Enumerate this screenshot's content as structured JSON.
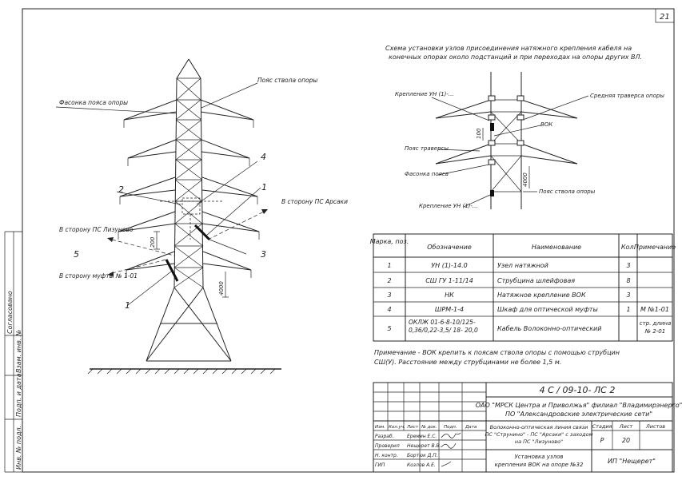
{
  "sheet_number": "21",
  "scheme_title_line1": "Схема установки узлов присоединения натяжного крепления кабеля  на",
  "scheme_title_line2": "конечных опорах около подстанций и при переходах на опоры других ВЛ.",
  "tower": {
    "labels": {
      "belt_pole": "Пояс ствола опоры",
      "belt_shaped": "Фасонка пояса опоры",
      "to_arsaki": "В сторону ПС Арсаки",
      "to_lizunovo": "В сторону ПС Лизуново",
      "to_coupling": "В сторону муфты № 1-01",
      "dim_200": "200",
      "dim_4000": "4000"
    },
    "callouts": [
      "1",
      "2",
      "3",
      "4",
      "5",
      "1"
    ]
  },
  "scheme": {
    "labels": {
      "fixing_top": "Крепление УН (1)-...",
      "middle_traverse": "Средняя траверса опоры",
      "vok": "ВОК",
      "traverse_belt": "Пояс траверсы",
      "shaped_belt": "Фасонка пояса",
      "pole_belt": "Пояс ствола опоры",
      "fixing_bottom": "Крепление УН (1)-...",
      "dim_100": "100",
      "dim_4000": "4000"
    }
  },
  "spec_table": {
    "headers": [
      "Марка, поз.",
      "Обозначение",
      "Наименование",
      "Кол.",
      "Примечание"
    ],
    "rows": [
      [
        "1",
        "УН (1)-14.0",
        "Узел натяжной",
        "3",
        ""
      ],
      [
        "2",
        "СШ ГУ 1-11/14",
        "Струбцина шлейфовая",
        "8",
        ""
      ],
      [
        "3",
        "НК",
        "Натяжное крепление ВОК",
        "3",
        ""
      ],
      [
        "4",
        "ШРМ-1-4",
        "Шкаф для оптической муфты",
        "1",
        "М №1-01"
      ],
      [
        "5",
        "ОКЛЖ 01-6-8-10/125-0,36/0,22-3,5/ 18- 20,0",
        "Кабель Волоконно-оптический",
        "",
        "стр. длина № 2-01"
      ]
    ]
  },
  "note": {
    "line1": "Примечание - ВОК крепить к поясам ствола опоры с помощью струбцин",
    "line2": "СШ(У). Расстояние между струбцинами не более 1,5 м."
  },
  "title_block": {
    "code": "4 С / 09-10- ЛС 2",
    "org_line1": "ОАО \"МРСК Центра и Приволжья\" филиал \"Владимирэнерго\"",
    "org_line2": "ПО \"Александровские электрические сети\"",
    "rev_headers": [
      "Изм.",
      "Кол.уч.",
      "Лист",
      "№ док.",
      "Подп.",
      "Дата"
    ],
    "roles": [
      {
        "role": "Разраб.",
        "name": "Еремин Е.С."
      },
      {
        "role": "Проверил",
        "name": "Нещерет В.В."
      },
      {
        "role": "Н. контр.",
        "name": "Бортюк Д.П."
      },
      {
        "role": "ГИП",
        "name": "Козлов А.Е."
      }
    ],
    "project_line1": "Волоконно-оптическая линия связи",
    "project_line2": "ПС \"Струнино\" - ПС \"Арсаки\" с заходом",
    "project_line3": "на ПС \"Лизуново\"",
    "stage_header": "Стадия",
    "sheet_header": "Лист",
    "sheets_header": "Листов",
    "stage": "Р",
    "sheet": "20",
    "sheets": "",
    "drawing_title_line1": "Установка узлов",
    "drawing_title_line2": "крепления ВОК на опоре №32",
    "company": "ИП \"Нещерет\""
  },
  "side_stamp": {
    "agreed": "Согласовано",
    "inv_replace": "Взам. инв. №",
    "sign_date": "Подп. и дата",
    "inv_orig": "Инв. № подл."
  }
}
